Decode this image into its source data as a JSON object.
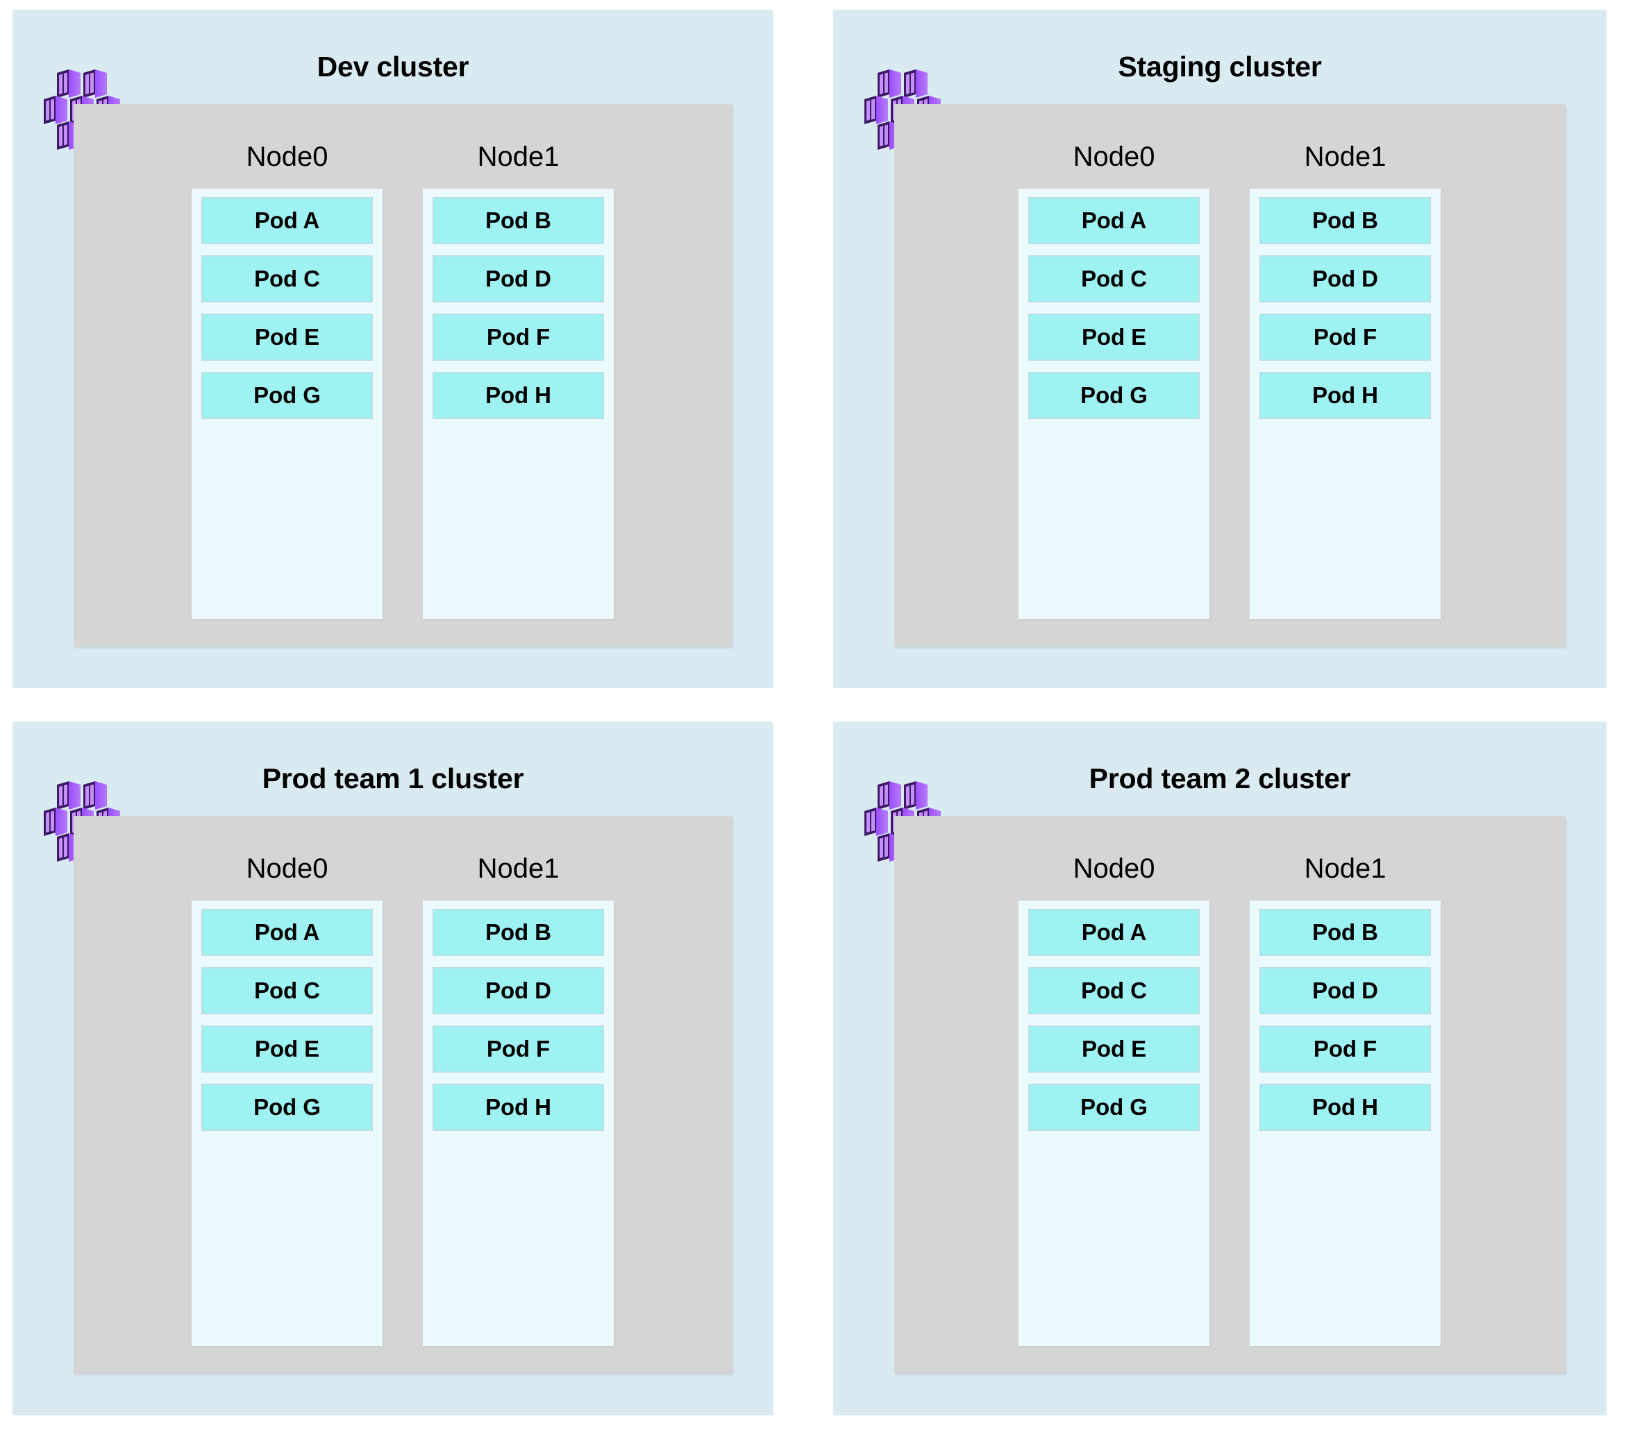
{
  "page": {
    "background_color": "#ffffff",
    "panel_color": "#daeaf1",
    "cluster_box_color": "#d5d5d5",
    "node_panel_color": "#eafafd",
    "pod_color": "#9ef2f2",
    "pod_border_color": "#b9dfe4",
    "icon_color": "#9b4dff",
    "icon_name": "container-cluster-icon"
  },
  "clusters": [
    {
      "title": "Dev cluster",
      "icon": "container-cluster-icon",
      "nodes": [
        {
          "label": "Node0",
          "pods": [
            "Pod A",
            "Pod C",
            "Pod E",
            "Pod G"
          ]
        },
        {
          "label": "Node1",
          "pods": [
            "Pod B",
            "Pod D",
            "Pod F",
            "Pod H"
          ]
        }
      ]
    },
    {
      "title": "Staging cluster",
      "icon": "container-cluster-icon",
      "nodes": [
        {
          "label": "Node0",
          "pods": [
            "Pod A",
            "Pod C",
            "Pod E",
            "Pod G"
          ]
        },
        {
          "label": "Node1",
          "pods": [
            "Pod B",
            "Pod D",
            "Pod F",
            "Pod H"
          ]
        }
      ]
    },
    {
      "title": "Prod team 1 cluster",
      "icon": "container-cluster-icon",
      "nodes": [
        {
          "label": "Node0",
          "pods": [
            "Pod A",
            "Pod C",
            "Pod E",
            "Pod G"
          ]
        },
        {
          "label": "Node1",
          "pods": [
            "Pod B",
            "Pod D",
            "Pod F",
            "Pod H"
          ]
        }
      ]
    },
    {
      "title": "Prod team 2 cluster",
      "icon": "container-cluster-icon",
      "nodes": [
        {
          "label": "Node0",
          "pods": [
            "Pod A",
            "Pod C",
            "Pod E",
            "Pod G"
          ]
        },
        {
          "label": "Node1",
          "pods": [
            "Pod B",
            "Pod D",
            "Pod F",
            "Pod H"
          ]
        }
      ]
    }
  ]
}
